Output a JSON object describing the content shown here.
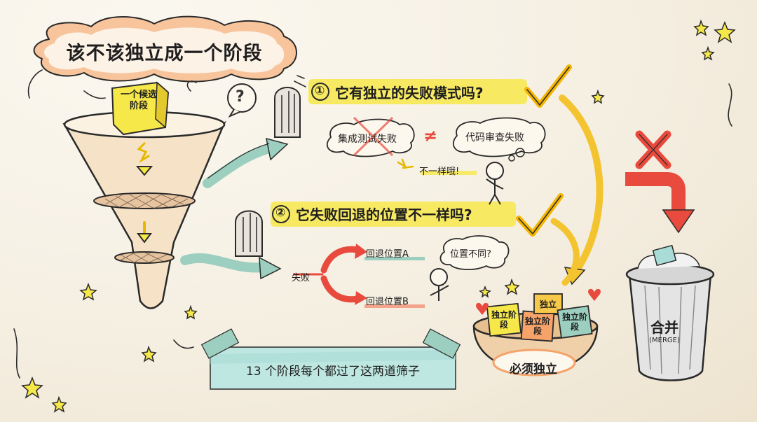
{
  "title": "该不该独立成一个阶段",
  "funnel": {
    "candidate_label": "一个候选阶段",
    "question_icon": "question-mark-bubble"
  },
  "question1": {
    "number": "①",
    "text": "它有独立的失败模式吗?",
    "failure_a": "集成测试失败",
    "not_equal": "≠",
    "failure_b": "代码审查失败",
    "remark": "不一样哦!"
  },
  "question2": {
    "number": "②",
    "text": "它失败回退的位置不一样吗?",
    "failure": "失败",
    "rollback_a": "回退位置A",
    "rollback_b": "回退位置B",
    "thought": "位置不同?"
  },
  "outcome_yes": {
    "boxes": [
      "独立阶段",
      "独立阶段",
      "独立",
      "独立阶段"
    ],
    "label": "必须独立"
  },
  "outcome_no": {
    "label": "合并",
    "sublabel": "(MERGE)"
  },
  "banner": "13 个阶段每个都过了这两道筛子",
  "colors": {
    "highlight_yellow": "#f7e84a",
    "title_orange": "#f6a36a",
    "check_yellow": "#f4b400",
    "cross_red": "#e84a3d",
    "arrow_teal": "#9ccfbf",
    "banner_teal": "#a9dcd6"
  }
}
